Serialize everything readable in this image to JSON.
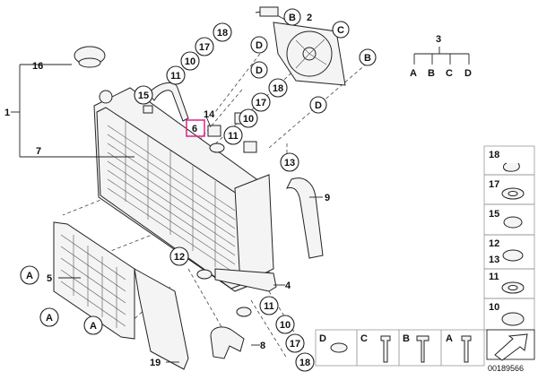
{
  "callouts": {
    "c1": "1",
    "c2": "2",
    "c3": "3",
    "c4": "4",
    "c5": "5",
    "c6": "6",
    "c7": "7",
    "c8": "8",
    "c9": "9",
    "c10": "10",
    "c11": "11",
    "c12": "12",
    "c13": "13",
    "c14": "14",
    "c15": "15",
    "c16": "16",
    "c17": "17",
    "c18": "18",
    "c19": "19"
  },
  "letters": {
    "A": "A",
    "B": "B",
    "C": "C",
    "D": "D"
  },
  "tree": {
    "root": "3",
    "leaves": [
      "A",
      "B",
      "C",
      "D"
    ]
  },
  "sidebar": [
    "18",
    "17",
    "15",
    "12",
    "13",
    "11",
    "10"
  ],
  "bottom_row": [
    "D",
    "C",
    "B",
    "A"
  ],
  "highlight_color": "#e0218a",
  "diagram_id": "00189566"
}
